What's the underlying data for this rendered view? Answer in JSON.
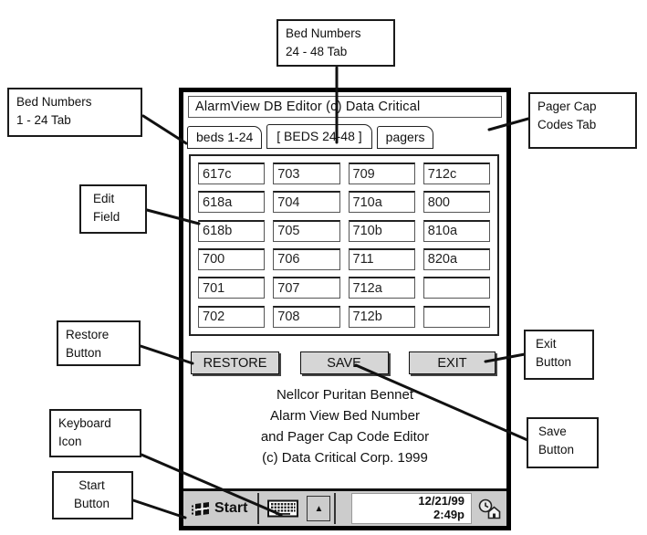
{
  "window": {
    "title": "AlarmView DB Editor (c) Data Critical"
  },
  "tabs": [
    {
      "label": "beds 1-24",
      "active": false
    },
    {
      "label": "[ BEDS 24-48 ]",
      "active": true
    },
    {
      "label": "pagers",
      "active": false
    }
  ],
  "grid": {
    "cells": [
      [
        "617c",
        "703",
        "709",
        "712c"
      ],
      [
        "618a",
        "704",
        "710a",
        "800"
      ],
      [
        "618b",
        "705",
        "710b",
        "810a"
      ],
      [
        "700",
        "706",
        "711",
        "820a"
      ],
      [
        "701",
        "707",
        "712a",
        ""
      ],
      [
        "702",
        "708",
        "712b",
        ""
      ]
    ]
  },
  "buttons": {
    "restore": "RESTORE",
    "save": "SAVE",
    "exit": "EXIT"
  },
  "info_lines": [
    "Nellcor Puritan Bennet",
    "Alarm View Bed Number",
    "and  Pager Cap Code Editor",
    "(c) Data Critical Corp. 1999"
  ],
  "taskbar": {
    "start_label": "Start",
    "date": "12/21/99",
    "time": "2:49p",
    "up_arrow_glyph": "▲",
    "icons": {
      "start": "windows-flag-icon",
      "keyboard": "keyboard-icon",
      "input_panel_arrow": "up-arrow-icon",
      "tray": "clock-home-icon"
    }
  },
  "callouts": {
    "beds_24_48": {
      "line1": "Bed Numbers",
      "line2": "24 - 48 Tab"
    },
    "beds_1_24": {
      "line1": "Bed Numbers",
      "line2": "1 - 24 Tab"
    },
    "pager_cap": {
      "line1": "Pager Cap",
      "line2": "Codes Tab"
    },
    "edit_field": {
      "line1": "Edit",
      "line2": "Field"
    },
    "restore": {
      "line1": "Restore",
      "line2": "Button"
    },
    "exit": {
      "line1": "Exit",
      "line2": "Button"
    },
    "keyboard": {
      "line1": "Keyboard",
      "line2": "Icon"
    },
    "save": {
      "line1": "Save",
      "line2": "Button"
    },
    "start": {
      "line1": "Start",
      "line2": "Button"
    }
  },
  "colors": {
    "button_gray": "#d6d6d6",
    "taskbar_gray": "#cccccc",
    "annotation_line": "#111111"
  }
}
